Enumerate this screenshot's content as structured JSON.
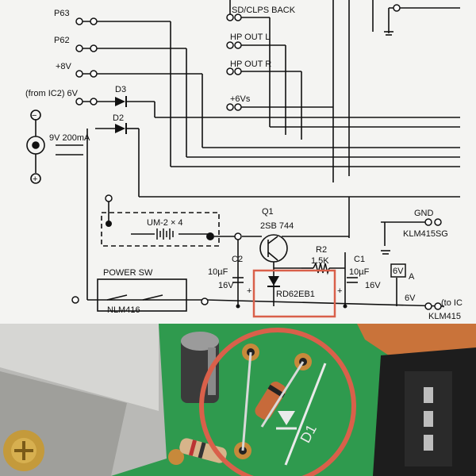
{
  "schematic": {
    "labels": {
      "p63": "P63",
      "p62": "P62",
      "plus8v": "+8V",
      "from_ic2": "(from IC2) 6V",
      "d3": "D3",
      "d2": "D2",
      "dc_in": "9V 200mA",
      "sd_clps": "SD/CLPS BACK",
      "hp_out_l": "HP OUT L",
      "hp_out_r": "HP OUT R",
      "plus6vs": "+6Vs",
      "q1": "Q1",
      "q1_part": "2SB 744",
      "um2": "UM-2 × 4",
      "r2": "R2",
      "r2_val": "1.5K",
      "gnd": "GND",
      "gnd_conn": "KLM415SG",
      "c2": "C2",
      "c2_cap": "10µF",
      "c2_volt": "16V",
      "c1": "C1",
      "c1_cap": "10µF",
      "c1_volt": "16V",
      "zener": "RD62EB1",
      "six_v_box": "6V",
      "six_v_a": "A",
      "power_sw": "POWER SW",
      "nlm": "NLM416",
      "six_v_out": "6V",
      "to_ic": "(to IC",
      "klm_out": "KLM415",
      "plus_mark": "+",
      "minus_mark": "−"
    },
    "highlight_color": "#d9604a"
  },
  "photo": {
    "board_silkscreen": "D1",
    "highlight_color": "#d9604a",
    "board_color": "#2f9a4e"
  }
}
